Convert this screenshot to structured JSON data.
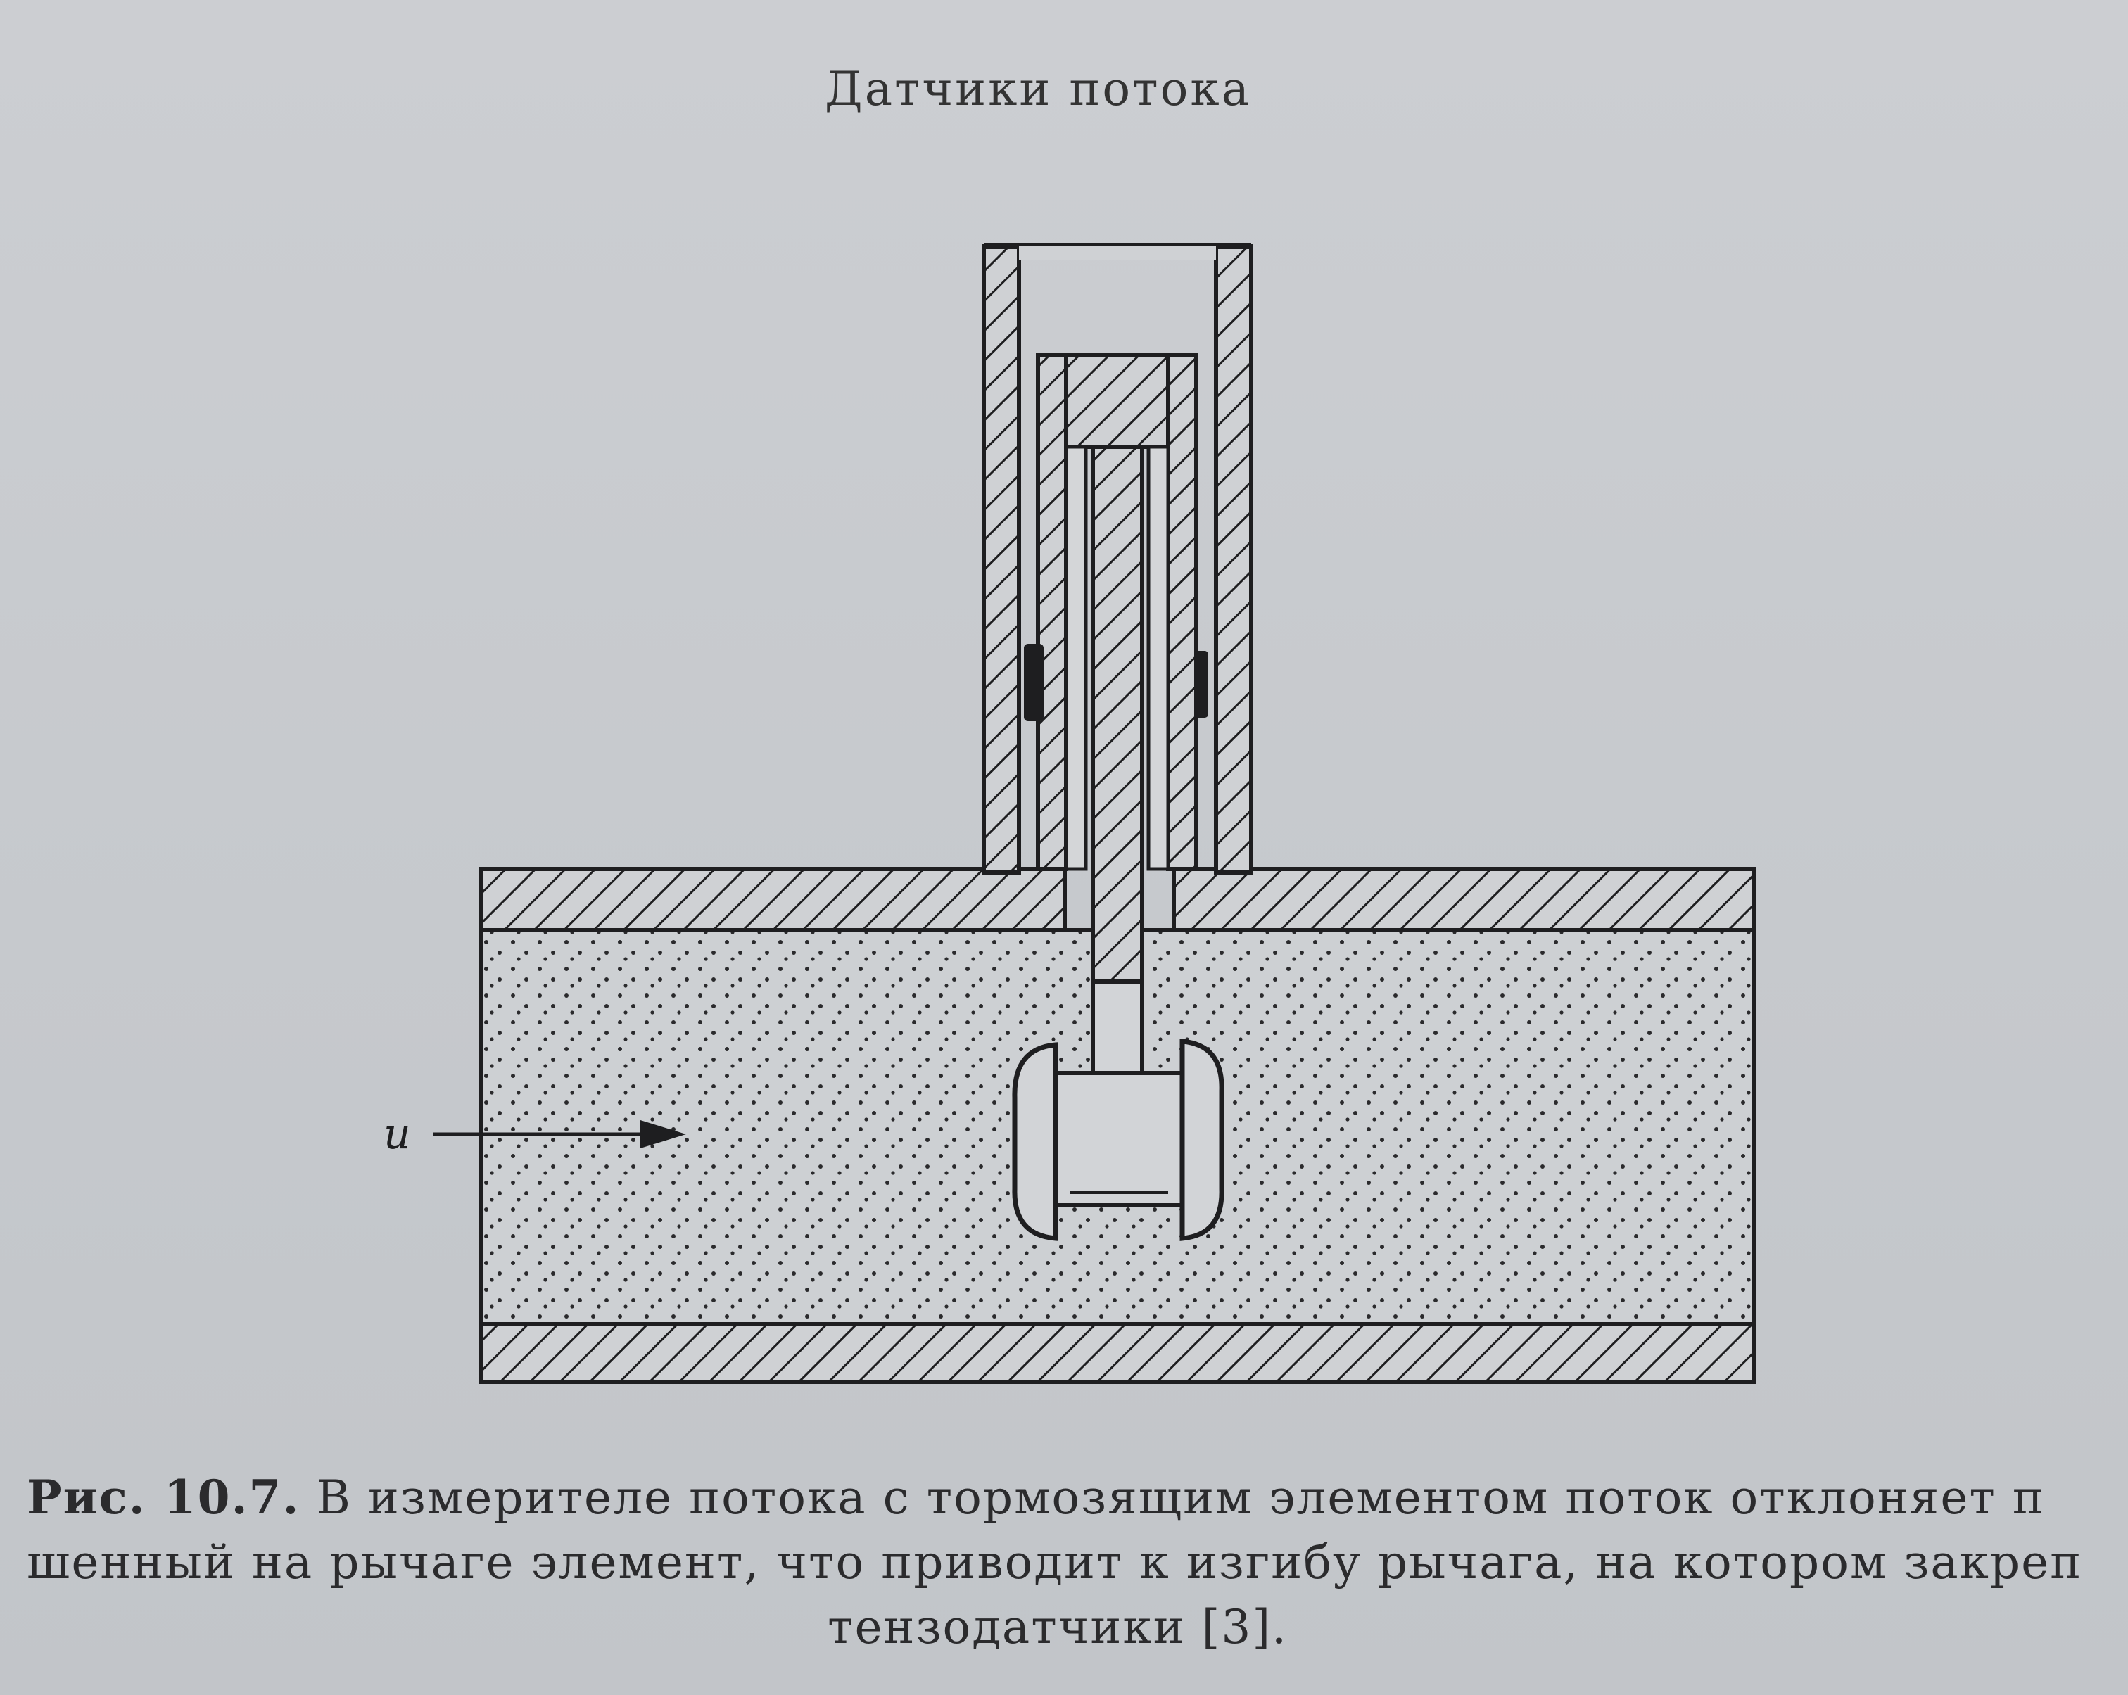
{
  "header": {
    "running_title": "Датчики потока"
  },
  "figure": {
    "velocity_label": "u"
  },
  "caption": {
    "figure_number": "Рис. 10.7.",
    "line1": "В измерителе потока с тормозящим элементом поток отклоняет п",
    "line2": "шенный на рычаге элемент, что приводит к изгибу рычага, на котором закреп",
    "line3": "тензодатчики [3]."
  }
}
